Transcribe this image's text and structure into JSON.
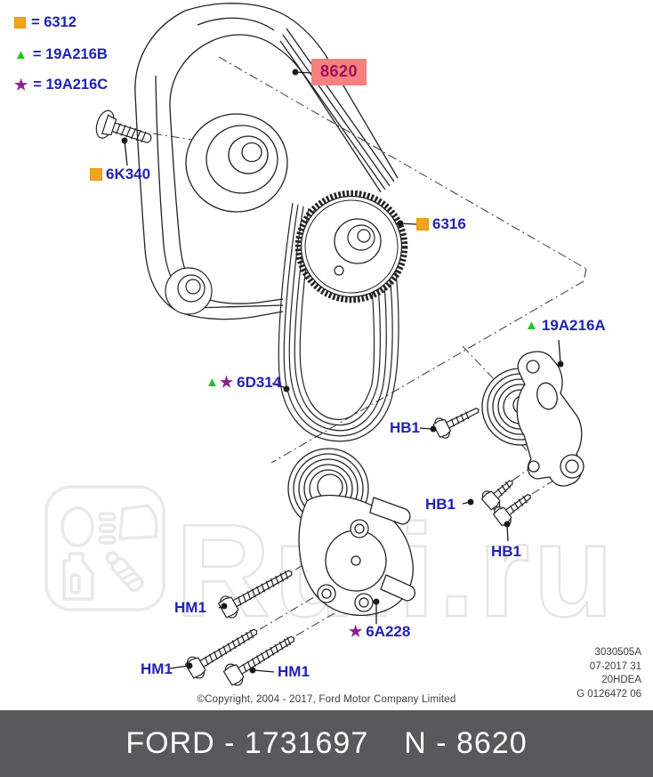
{
  "legend": {
    "items": [
      {
        "icon": "orange-square",
        "label": "= 6312"
      },
      {
        "icon": "green-triangle",
        "label": "= 19A216B"
      },
      {
        "icon": "purple-star",
        "label": "= 19A216C"
      }
    ]
  },
  "diagram": {
    "labels": {
      "pulley_bolt": "6K340",
      "drive_belt": "8620",
      "crank_sprocket": "6316",
      "alt_belt": "6D314",
      "idler_assembly": "19A216A",
      "bolt_hb1": "HB1",
      "bolt_hm1": "HM1",
      "tensioner": "6A228"
    },
    "symbols": {
      "triangle": "▲",
      "star": "★"
    }
  },
  "watermark": {
    "text": "Ruli.ru"
  },
  "revision": {
    "lines": [
      "3030505A",
      "07-2017 31",
      "20HDEA",
      "G 0126472 06"
    ]
  },
  "footer": {
    "copyright": "©Copyright, 2004 - 2017, Ford Motor Company Limited",
    "brand_code": "FORD - 1731697",
    "part_code": "N - 8620"
  },
  "colors": {
    "label_blue": "#2121b2",
    "highlight_bg": "#f4807f",
    "highlight_text": "#9e1057",
    "symbol_orange": "#f2a31b",
    "symbol_green": "#1dc81d",
    "symbol_purple": "#8e1f8e",
    "bar_gray": "#59595b"
  }
}
